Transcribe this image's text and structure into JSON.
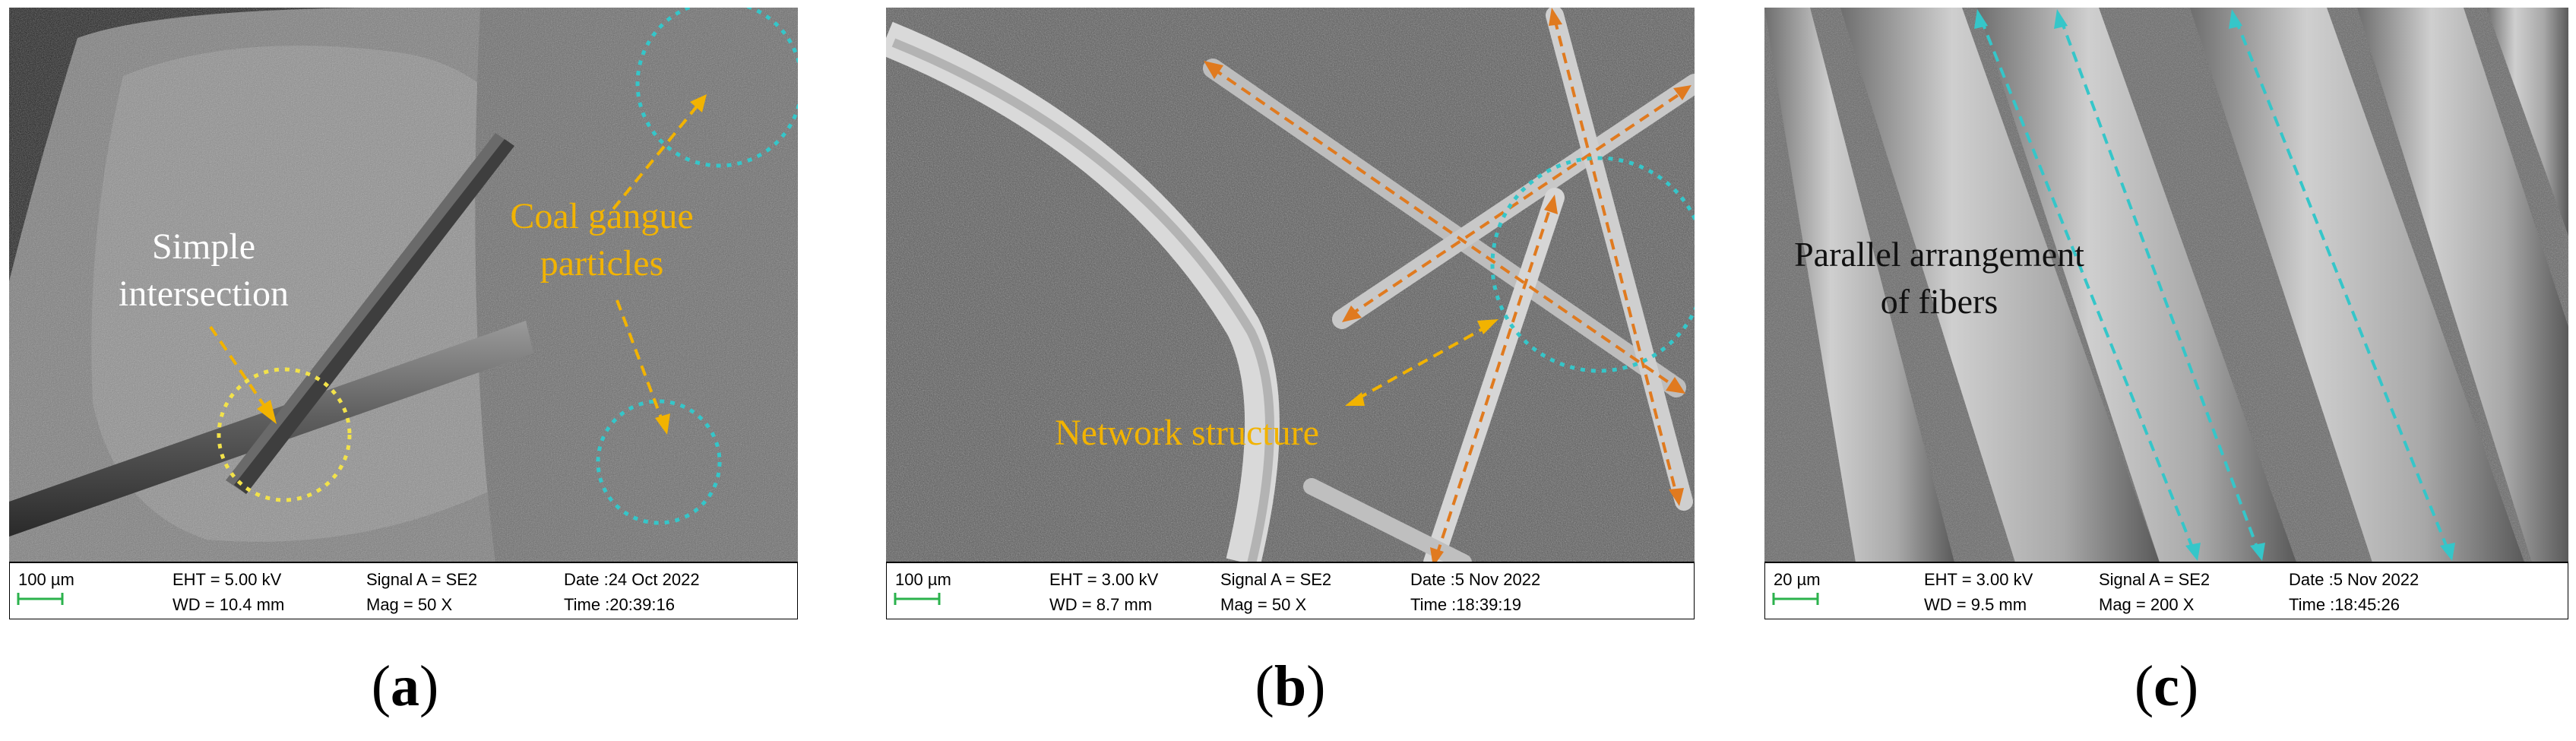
{
  "panels": [
    {
      "id": "a",
      "caption_letter": "a",
      "annotations": {
        "label1": "Simple",
        "label2": "intersection",
        "label3": "Coal gangue",
        "label4": "particles"
      },
      "databar": {
        "scale": "100 µm",
        "eht": "EHT = 5.00 kV",
        "wd": "WD = 10.4 mm",
        "signal": "Signal A = SE2",
        "mag": "Mag =     50 X",
        "date": "Date :24 Oct 2022",
        "time": "Time :20:39:16"
      },
      "colors": {
        "yellow_circle": "#f2e24a",
        "cyan_circle": "#35c6c9",
        "label_white": "#ffffff",
        "label_yellow": "#f2b300"
      }
    },
    {
      "id": "b",
      "caption_letter": "b",
      "annotations": {
        "label1": "Network structure"
      },
      "databar": {
        "scale": "100 µm",
        "eht": "EHT = 3.00 kV",
        "wd": "WD = 8.7 mm",
        "signal": "Signal A = SE2",
        "mag": "Mag =     50 X",
        "date": "Date :5 Nov 2022",
        "time": "Time :18:39:19"
      },
      "colors": {
        "arrow_orange": "#e07a1f",
        "cyan_circle": "#35c6c9",
        "label_yellow": "#f2b300"
      }
    },
    {
      "id": "c",
      "caption_letter": "c",
      "annotations": {
        "label1": "Parallel arrangement",
        "label2": "of fibers"
      },
      "databar": {
        "scale": "20 µm",
        "eht": "EHT = 3.00 kV",
        "wd": "WD = 9.5 mm",
        "signal": "Signal A = SE2",
        "mag": "Mag =   200 X",
        "date": "Date :5 Nov 2022",
        "time": "Time :18:45:26"
      },
      "colors": {
        "arrow_cyan": "#35c6c9",
        "label_dark": "#111111"
      }
    }
  ]
}
